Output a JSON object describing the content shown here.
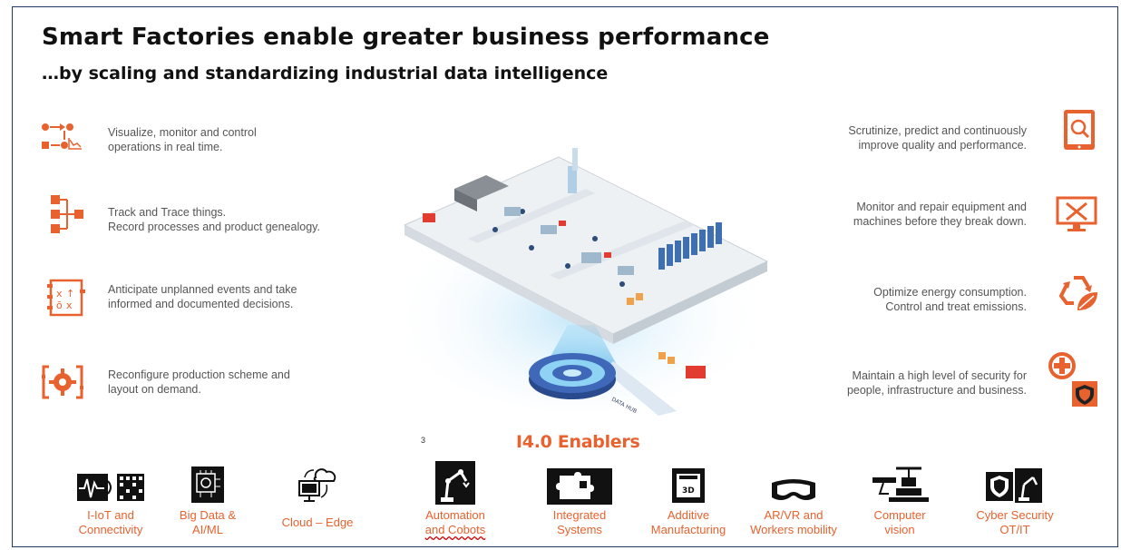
{
  "title": "Smart Factories enable greater business performance",
  "subtitle": "…by scaling and standardizing industrial data intelligence",
  "accent_color": "#e8622f",
  "left_features": [
    {
      "icon": "flow-monitor-icon",
      "text": "Visualize, monitor and control\noperations in real time."
    },
    {
      "icon": "tree-hierarchy-icon",
      "text": "Track and Trace things.\nRecord processes and product genealogy."
    },
    {
      "icon": "decision-matrix-icon",
      "text": "Anticipate unplanned events and take\ninformed and documented decisions."
    },
    {
      "icon": "gear-bracket-icon",
      "text": "Reconfigure production scheme and\nlayout on demand."
    }
  ],
  "right_features": [
    {
      "icon": "tablet-magnifier-icon",
      "text": "Scrutinize, predict and continuously\nimprove quality and performance."
    },
    {
      "icon": "monitor-tools-icon",
      "text": "Monitor and repair equipment and\nmachines before they break down."
    },
    {
      "icon": "recycle-leaf-icon",
      "text": "Optimize energy consumption.\nControl and treat emissions."
    },
    {
      "icon": "plus-shield-icon",
      "text": "Maintain a high level of security for\npeople, infrastructure and business."
    }
  ],
  "factory_illustration": {
    "hub_label": "DATA HUB"
  },
  "page_number": "3",
  "enablers_title": "I4.0 Enablers",
  "enablers": [
    {
      "icon": "iot-wave-icon",
      "label": "I-IoT and\nConnectivity"
    },
    {
      "icon": "chip-brain-icon",
      "label": "Big Data &\nAI/ML"
    },
    {
      "icon": "cloud-computer-icon",
      "label": "Cloud – Edge"
    },
    {
      "icon": "robot-arm-icon",
      "label_line1": "Automation",
      "label_line2": "and Cobots"
    },
    {
      "icon": "puzzle-icon",
      "label": "Integrated\nSystems"
    },
    {
      "icon": "3d-printer-icon",
      "label": "Additive\nManufacturing"
    },
    {
      "icon": "vr-goggles-icon",
      "label": "AR/VR and\nWorkers mobility"
    },
    {
      "icon": "drone-camera-icon",
      "label": "Computer\nvision"
    },
    {
      "icon": "shield-robot-icon",
      "label": "Cyber Security\nOT/IT"
    }
  ]
}
